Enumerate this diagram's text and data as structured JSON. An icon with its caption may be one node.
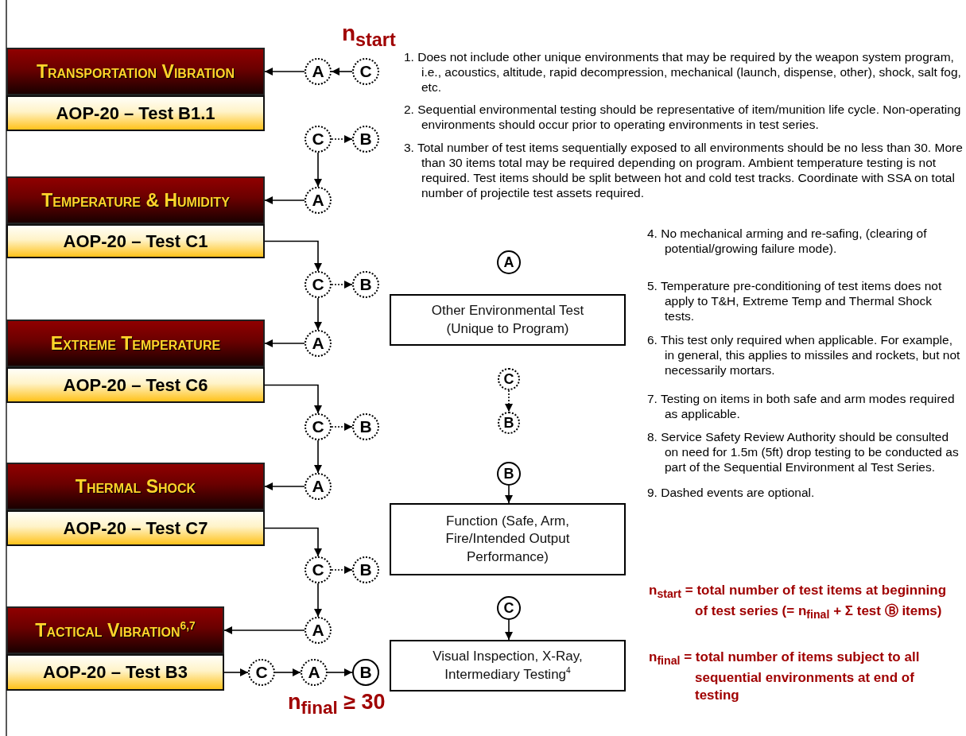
{
  "diagram": {
    "nodes": [
      {
        "text": [
          "Transportation Vibration"
        ]
      },
      {
        "text": [
          "AOP-20 – Test B1.1"
        ]
      },
      {
        "text": [
          "A"
        ]
      },
      {
        "text": [
          "C"
        ]
      },
      {
        "text": [
          "C"
        ]
      },
      {
        "text": [
          "B"
        ]
      },
      {
        "text": [
          "A"
        ]
      },
      {
        "text": [
          "Temperature & Humidity"
        ]
      },
      {
        "text": [
          "AOP-20 – Test C1"
        ]
      },
      {
        "text": [
          "C"
        ]
      },
      {
        "text": [
          "B"
        ]
      },
      {
        "text": [
          "A"
        ]
      },
      {
        "text": [
          "Extreme Temperature"
        ]
      },
      {
        "text": [
          "AOP-20 – Test C6"
        ]
      },
      {
        "text": [
          "C"
        ]
      },
      {
        "text": [
          "B"
        ]
      },
      {
        "text": [
          "A"
        ]
      },
      {
        "text": [
          "Thermal Shock"
        ]
      },
      {
        "text": [
          "AOP-20 – Test C7"
        ]
      },
      {
        "text": [
          "C"
        ]
      },
      {
        "text": [
          "B"
        ]
      },
      {
        "text": [
          "A"
        ]
      },
      {
        "text": [
          "Tactical Vibration$^{6,7}$"
        ]
      },
      {
        "text": [
          "AOP-20 – Test B3"
        ]
      },
      {
        "text": [
          "C"
        ]
      },
      {
        "text": [
          "A"
        ]
      },
      {
        "text": [
          "B"
        ]
      },
      {
        "text": [
          "A"
        ]
      },
      {
        "text": [
          "Other Environmental Test (Unique to Program)"
        ]
      },
      {
        "text": [
          "C"
        ]
      },
      {
        "text": [
          "B"
        ]
      },
      {
        "text": [
          "B"
        ]
      },
      {
        "text": [
          "Function (Safe, Arm, Fire/Intended Output Performance)"
        ]
      },
      {
        "text": [
          "C"
        ]
      },
      {
        "text": [
          "Visual Inspection, X-Ray, Intermediary Testing$^{4}$"
        ]
      }
    ],
    "edges": [
      {
        "from": 3,
        "to": 2,
        "arrow": "to"
      },
      {
        "from": 2,
        "to": 0,
        "arrow": "to"
      },
      {
        "from": 4,
        "to": 5,
        "arrow": "to",
        "style": "dashed"
      },
      {
        "from": 4,
        "to": 6,
        "arrow": "to"
      },
      {
        "from": 6,
        "to": 7,
        "arrow": "to"
      },
      {
        "from": 8,
        "to": 9,
        "arrow": "to"
      },
      {
        "from": 9,
        "to": 10,
        "arrow": "to",
        "style": "dashed"
      },
      {
        "from": 9,
        "to": 11,
        "arrow": "to"
      },
      {
        "from": 11,
        "to": 12,
        "arrow": "to"
      },
      {
        "from": 13,
        "to": 14,
        "arrow": "to"
      },
      {
        "from": 14,
        "to": 15,
        "arrow": "to",
        "style": "dashed"
      },
      {
        "from": 14,
        "to": 16,
        "arrow": "to"
      },
      {
        "from": 16,
        "to": 17,
        "arrow": "to"
      },
      {
        "from": 18,
        "to": 19,
        "arrow": "to"
      },
      {
        "from": 19,
        "to": 20,
        "arrow": "to",
        "style": "dashed"
      },
      {
        "from": 19,
        "to": 21,
        "arrow": "to"
      },
      {
        "from": 21,
        "to": 22,
        "arrow": "to"
      },
      {
        "from": 23,
        "to": 24,
        "arrow": "to"
      },
      {
        "from": 24,
        "to": 25,
        "arrow": "to"
      },
      {
        "from": 25,
        "to": 26,
        "arrow": "to"
      },
      {
        "from": 29,
        "to": 30,
        "arrow": "to",
        "style": "dashed"
      },
      {
        "from": 31,
        "to": 32,
        "arrow": "to"
      },
      {
        "from": 33,
        "to": 34,
        "arrow": "to"
      }
    ],
    "labels": [
      "n$_{start}$",
      "1. Does not include other unique environments that may be required by the weapon system program, i.e., acoustics, altitude, rapid decompression, mechanical (launch, dispense, other), shock, salt fog, etc.",
      "2. Sequential environmental testing should be representative of item/munition life cycle. Non-operating environments should occur prior to operating environments in test series.",
      "3. Total number of test items sequentially exposed to all environments should be no less than 30. More than 30 items total may be required depending on program. Ambient temperature testing is not required. Test items should be split between hot and cold test tracks. Coordinate with SSA on total number of projectile test assets required.",
      "4. No mechanical arming and re-safing, (clearing of potential/growing failure mode).",
      "5. Temperature pre-conditioning of test items does not apply to T&H, Extreme Temp and Thermal Shock tests.",
      "6. This test only required when applicable. For example, in general, this applies to missiles and rockets, but not necessarily mortars.",
      "7. Testing on items in both safe and arm modes required as applicable.",
      "8. Service Safety Review Authority should be consulted on need for 1.5m (5ft) drop testing to be conducted as part of the Sequential Environment al Test Series.",
      "9. Dashed events are optional.",
      "n$_{start}$ = total number of test items at beginning of test series (= n$_{final}$ + Σ test Ⓑ items)",
      "n$_{final}$ = total number of items subject to all sequential environments at end of testing",
      "n$_{final}$ ≥ 30"
    ]
  }
}
